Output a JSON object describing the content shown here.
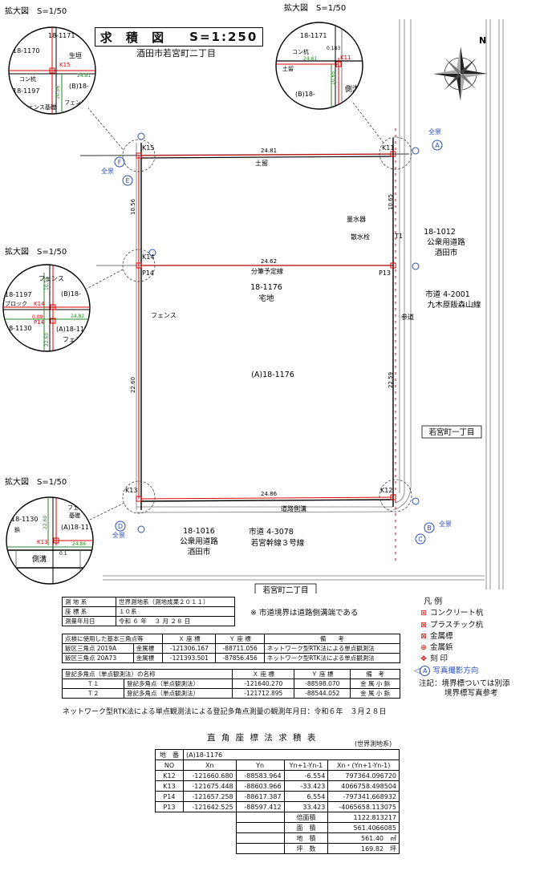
{
  "title": {
    "main": "求 積 図",
    "scale": "S=1:250",
    "location": "酒田市若宮町二丁目"
  },
  "enlarge_label": "拡大図　S=1/50",
  "points": {
    "k15": "K15",
    "k11": "K11",
    "k14": "K14",
    "p14": "P14",
    "p13": "P13",
    "k13": "K13",
    "k12": "K12",
    "t1": "T1"
  },
  "dims": {
    "top": "24.81",
    "mid": "24.62",
    "bottom": "24.86",
    "left_upper": "10.56",
    "left_lower": "22.60",
    "right_upper": "10.65",
    "right_lower": "22.59"
  },
  "labels": {
    "tomezumi": "土留",
    "bunpitsu": "分筆予定線",
    "fence": "フェンス",
    "meter": "量水器",
    "sprinkler": "散水栓",
    "sando": "参道",
    "dourosokko": "道路側溝",
    "parcel_main": "18-1176",
    "parcel_main_type": "宅地",
    "parcel_a": "(A)18-1176",
    "east_parcel": "18-1012",
    "east_use": "公衆用道路",
    "east_owner": "酒田市",
    "east_road1": "市道 4-2001",
    "east_road2": "九木原飯森山線",
    "wakamiya1": "若宮町一丁目",
    "south_parcel": "18-1016",
    "south_use": "公衆用道路",
    "south_owner": "酒田市",
    "south_road1": "市道 4-3078",
    "south_road2": "若宮幹線３号線",
    "wakamiya2": "若宮町二丁目",
    "zenkei": "全景",
    "photo_a": "A",
    "photo_b": "B",
    "photo_c": "C",
    "photo_d": "D",
    "photo_e": "E",
    "photo_f": "F"
  },
  "detail1": {
    "p1": "18-1171",
    "p2": "18-1170",
    "p3": "18-1197",
    "wall": "生垣",
    "post": "コン杭",
    "b": "(B)18-",
    "fence": "フェンス",
    "fence_base": "フェンス基礎",
    "d1": "24.81",
    "d2": "10.56",
    "pt": "K15"
  },
  "detail2": {
    "p1": "18-1171",
    "post": "コン杭",
    "d0": "0.183",
    "d1": "24.81",
    "d2": "10.65",
    "wall": "土留",
    "b": "(B)18-",
    "ditch": "側溝",
    "pt": "K11"
  },
  "detail3": {
    "fence": "フェンス",
    "p1": "18-1197",
    "block": "ブロック",
    "b": "(B)18-",
    "p2": "18-1130",
    "d1": "24.82",
    "d0": "0.09",
    "d2": "10.56",
    "d3": "22.60",
    "a": "(A)18-1176",
    "fence2": "フェンス",
    "fence_base": "基礎",
    "pt1": "K14",
    "pt2": "P14"
  },
  "detail4": {
    "fence": "フェンス",
    "fence_base": "基礎",
    "p1": "18-1130",
    "mark": "鋲",
    "a": "(A)18-1176",
    "d1": "22.60",
    "d2": "24.86",
    "d0": "0.1",
    "ditch": "側溝",
    "pt": "K13"
  },
  "info": {
    "rows": [
      {
        "k": "測 地 系",
        "v": "世界測地系（測地成果２０１１）"
      },
      {
        "k": "座 標 系",
        "v": "１０系"
      },
      {
        "k": "測量年月日",
        "v": "令和 ６ 年　 ３ 月 ２８ 日"
      }
    ],
    "note": "※ 市道境界は道路側溝端である"
  },
  "base_points": {
    "headers": [
      "点検に使用した基本三角点等",
      "",
      "Ｘ 座 標",
      "Ｙ 座 標",
      "備　　考"
    ],
    "rows": [
      [
        "飯区三角点 2019A",
        "金属標",
        "-121306.167",
        "-88711.056",
        "ネットワーク型RTK法による単点観測法"
      ],
      [
        "飯区三角点 20A73",
        "金属標",
        "-121393.501",
        "-87856.456",
        "ネットワーク型RTK法による単点観測法"
      ]
    ]
  },
  "registered_points": {
    "headers": [
      "登記多角点（単点観測法）の名称",
      "",
      "Ｘ 座 標",
      "Ｙ 座 標",
      "備　考"
    ],
    "rows": [
      [
        "Ｔ１",
        "登記多角点（単点観測法）",
        "-121640.270",
        "-88598.070",
        "金 属 小 鋲"
      ],
      [
        "Ｔ２",
        "登記多角点（単点観測法）",
        "-121712.895",
        "-88544.052",
        "金 属 小 鋲"
      ]
    ]
  },
  "survey_date_note": "ネットワーク型RTK法による単点観測法による登記多角点測量の観測年月日：令和６年　３月２８日",
  "legend": {
    "title": "凡 例",
    "items": [
      {
        "label": "コンクリート杭"
      },
      {
        "label": "プラスチック杭"
      },
      {
        "label": "金属標"
      },
      {
        "label": "金属鋲"
      },
      {
        "label": "刻 印"
      },
      {
        "label": "写真撮影方向",
        "mark": "A"
      }
    ],
    "note1": "注記：境界標ついては別添",
    "note2": "境界標写真参考"
  },
  "coord_table": {
    "title": "直 角 座 標 法 求 積 表",
    "system": "(世界測地系)",
    "lot_label": "地　番",
    "lot": "(A)18-1176",
    "headers": [
      "NO",
      "Xn",
      "Yn",
      "Yn+1-Yn-1",
      "Xn・(Yn+1-Yn-1)"
    ],
    "rows": [
      [
        "K12",
        "-121660.680",
        "-88583.964",
        "-6.554",
        "797364.096720"
      ],
      [
        "K13",
        "-121675.448",
        "-88603.966",
        "-33.423",
        "4066758.498504"
      ],
      [
        "P14",
        "-121657.258",
        "-88617.387",
        "6.554",
        "-797341.668932"
      ],
      [
        "P13",
        "-121642.525",
        "-88597.412",
        "33.423",
        "-4065658.113075"
      ]
    ],
    "summary": [
      {
        "k": "倍面積",
        "v": "1122.813217",
        "u": ""
      },
      {
        "k": "面　積",
        "v": "561.4066085",
        "u": ""
      },
      {
        "k": "地　積",
        "v": "561.40",
        "u": "㎡"
      },
      {
        "k": "坪　数",
        "v": "169.82",
        "u": "坪"
      }
    ]
  }
}
